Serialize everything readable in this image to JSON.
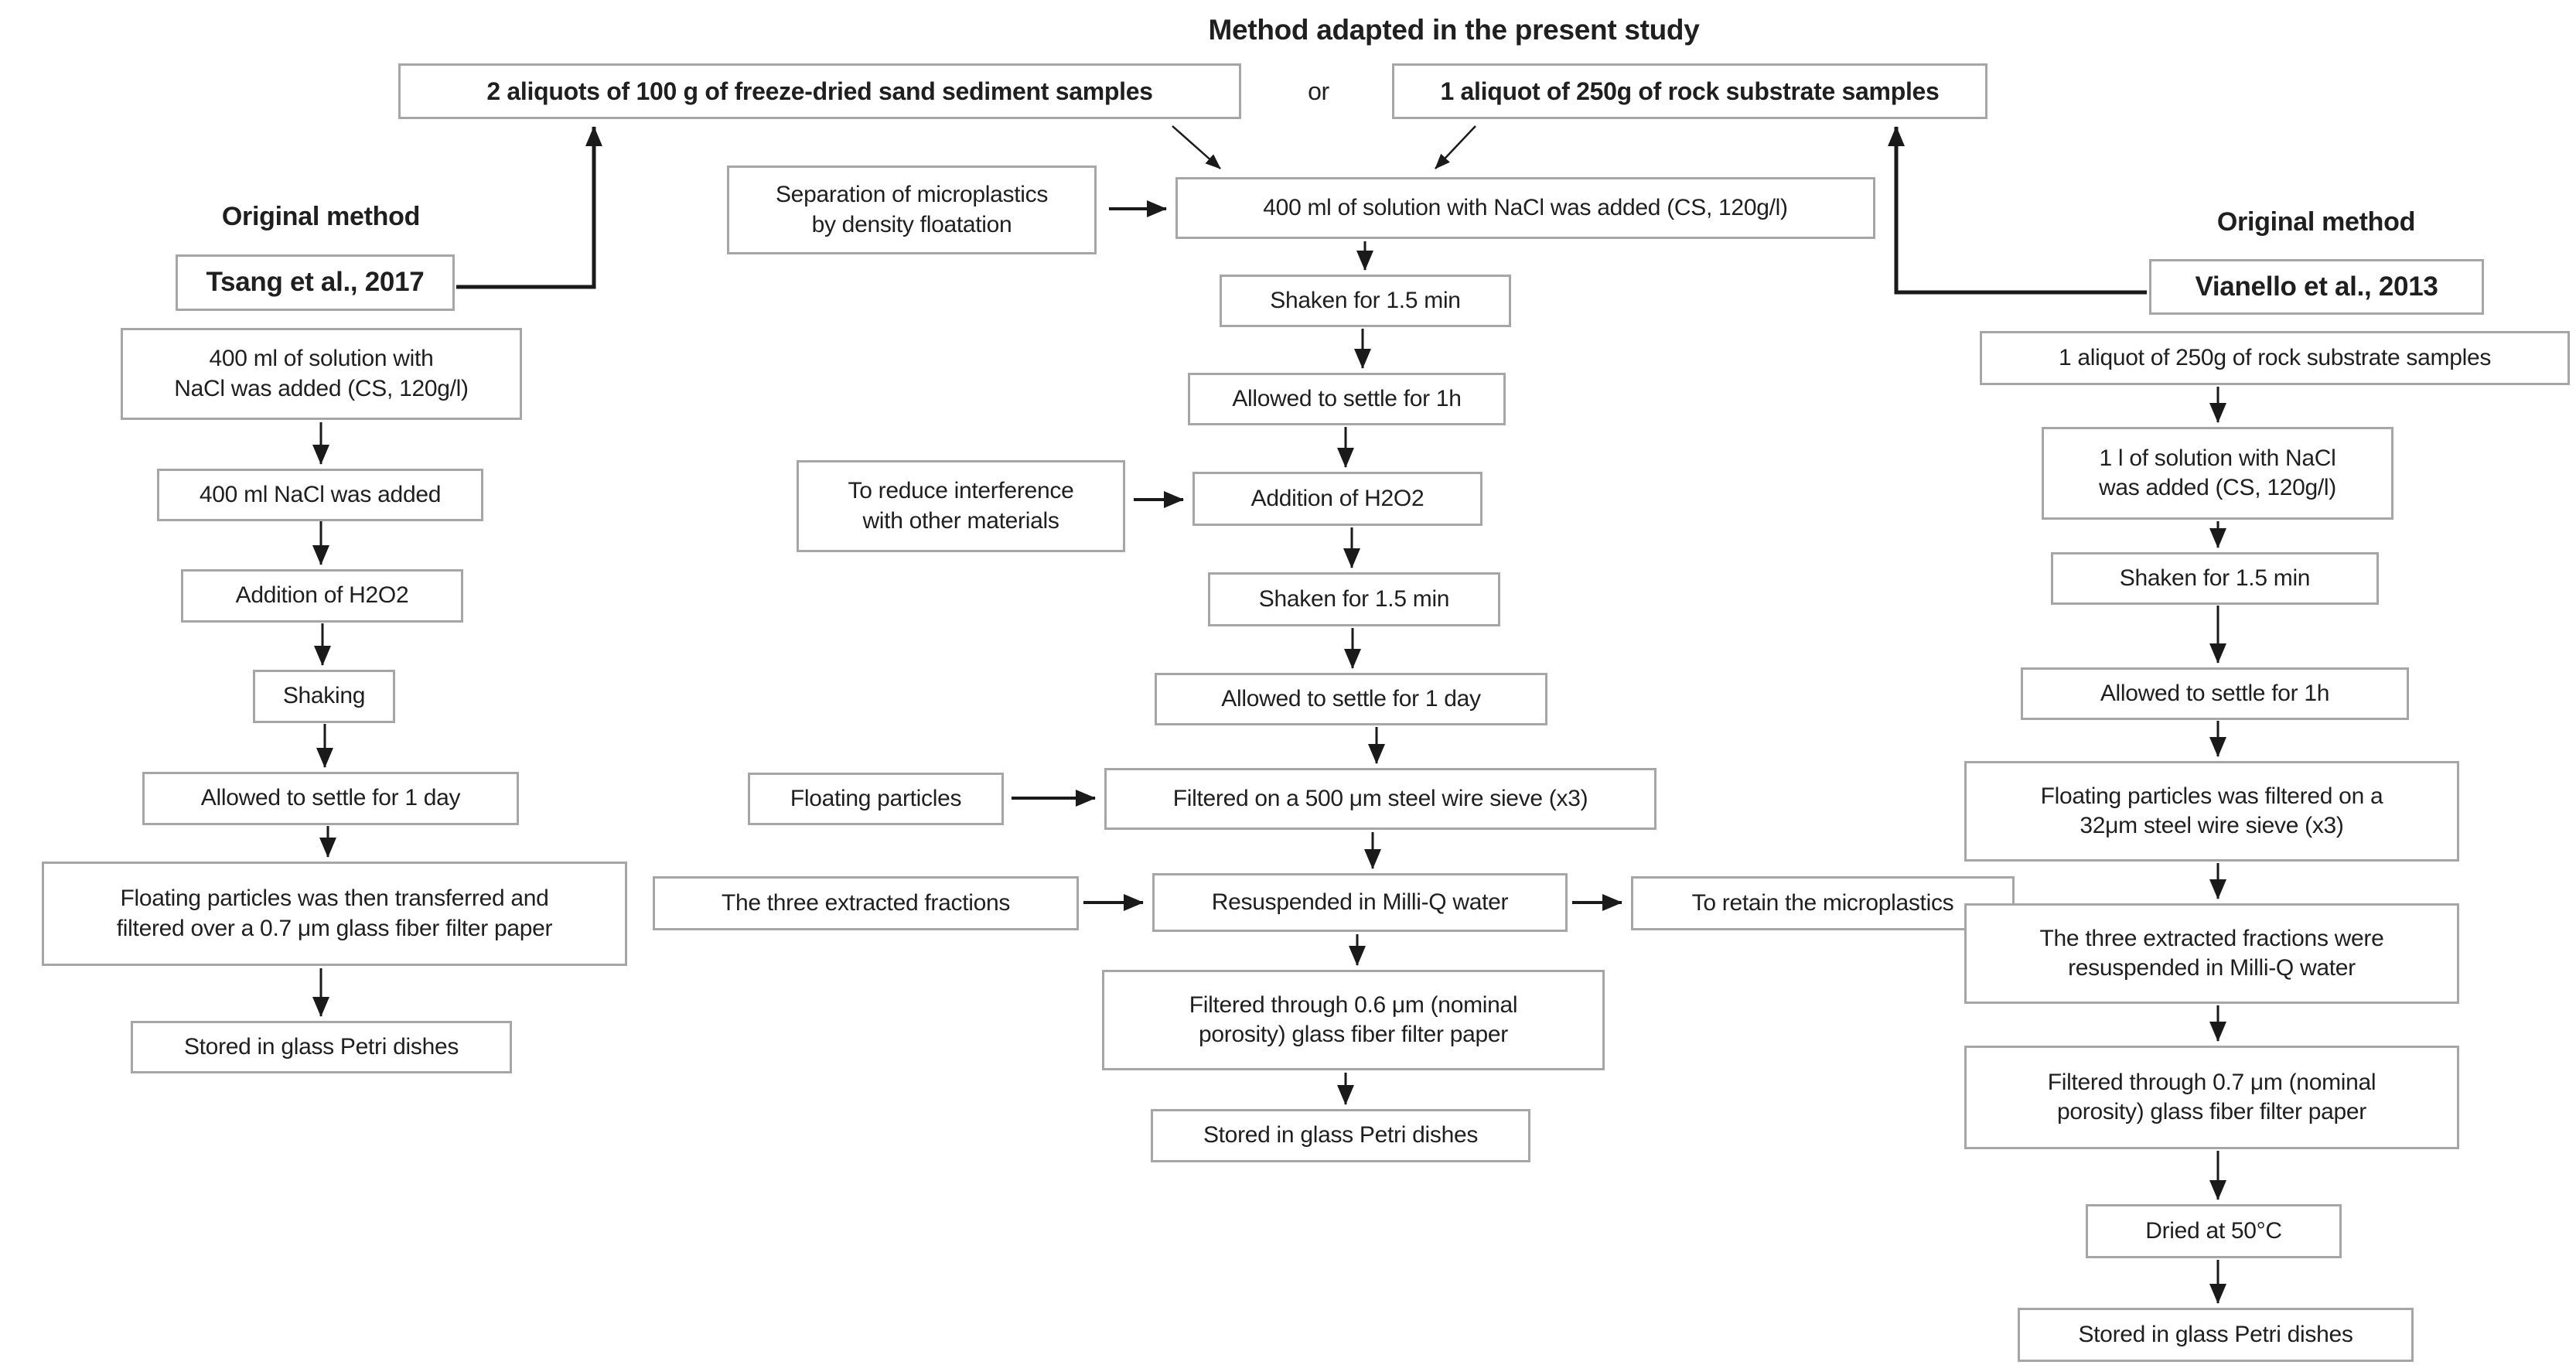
{
  "title": "Method adapted in the present study",
  "or_label": "or",
  "top_inputs": {
    "sand": "2 aliquots of 100 g of freeze-dried sand sediment samples",
    "rock": "1 aliquot of 250g of rock substrate samples"
  },
  "adapted_method": {
    "annotations": {
      "separation": "Separation of microplastics\nby density floatation",
      "reduce_interference": "To reduce interference\nwith other materials",
      "floating_particles": "Floating particles",
      "extracted_fractions": "The three extracted fractions",
      "retain_microplastics": "To retain the microplastics"
    },
    "steps": [
      "400 ml of solution with NaCl was added (CS, 120g/l)",
      "Shaken for 1.5 min",
      "Allowed to settle for 1h",
      "Addition of H2O2",
      "Shaken for 1.5 min",
      "Allowed to settle for 1 day",
      "Filtered on a 500 μm steel wire sieve (x3)",
      "Resuspended in Milli-Q water",
      "Filtered through 0.6 μm (nominal\nporosity) glass fiber filter paper",
      "Stored in glass Petri dishes"
    ]
  },
  "left_method": {
    "heading": "Original method",
    "reference": "Tsang et al., 2017",
    "steps": [
      "400 ml of solution with\nNaCl was added (CS, 120g/l)",
      "400 ml NaCl was added",
      "Addition of H2O2",
      "Shaking",
      "Allowed to settle for 1 day",
      "Floating particles was then transferred and\nfiltered over a 0.7 μm glass fiber filter paper",
      "Stored in glass Petri dishes"
    ]
  },
  "right_method": {
    "heading": "Original method",
    "reference": "Vianello et al., 2013",
    "steps": [
      "1 aliquot of 250g of rock substrate samples",
      "1 l of solution with NaCl\nwas added (CS, 120g/l)",
      "Shaken for 1.5 min",
      "Allowed to settle for 1h",
      "Floating particles was filtered on a\n32μm steel wire sieve (x3)",
      "The three extracted fractions were\nresuspended in Milli-Q water",
      "Filtered through 0.7 μm (nominal\nporosity) glass fiber filter paper",
      "Dried at 50°C",
      "Stored in glass Petri dishes"
    ]
  },
  "colors": {
    "box_border": "#a6a6a6",
    "text": "#1f1f1f",
    "arrow": "#1a1a1a"
  }
}
